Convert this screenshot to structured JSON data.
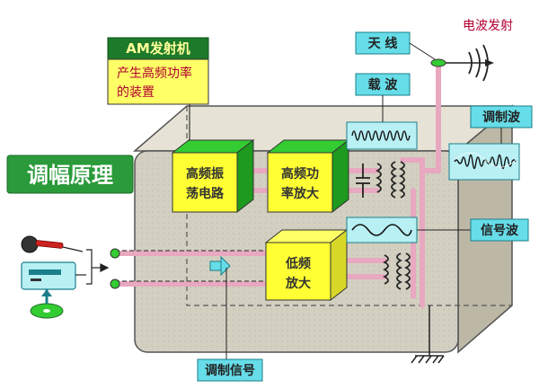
{
  "title": "调幅原理",
  "am_transmitter": {
    "title": "AM发射机",
    "desc_line1": "产生高频功率",
    "desc_line2": "的装置"
  },
  "blocks": {
    "oscillator_line1": "高频振",
    "oscillator_line2": "荡电路",
    "amplifier_line1": "高频功",
    "amplifier_line2": "率放大",
    "lowfreq_line1": "低频",
    "lowfreq_line2": "放大"
  },
  "labels": {
    "antenna": "天 线",
    "emission": "电波发射",
    "carrier": "载 波",
    "modulated": "调制波",
    "signal": "信号波",
    "modulation_signal": "调制信号"
  },
  "colors": {
    "title_bg": "#2a9a3a",
    "block_green": "#33cc33",
    "block_yellow": "#ffff33",
    "cabinet": "#ccc8b8",
    "cyan": "#66dde8",
    "pink": "#e8a8c0"
  }
}
